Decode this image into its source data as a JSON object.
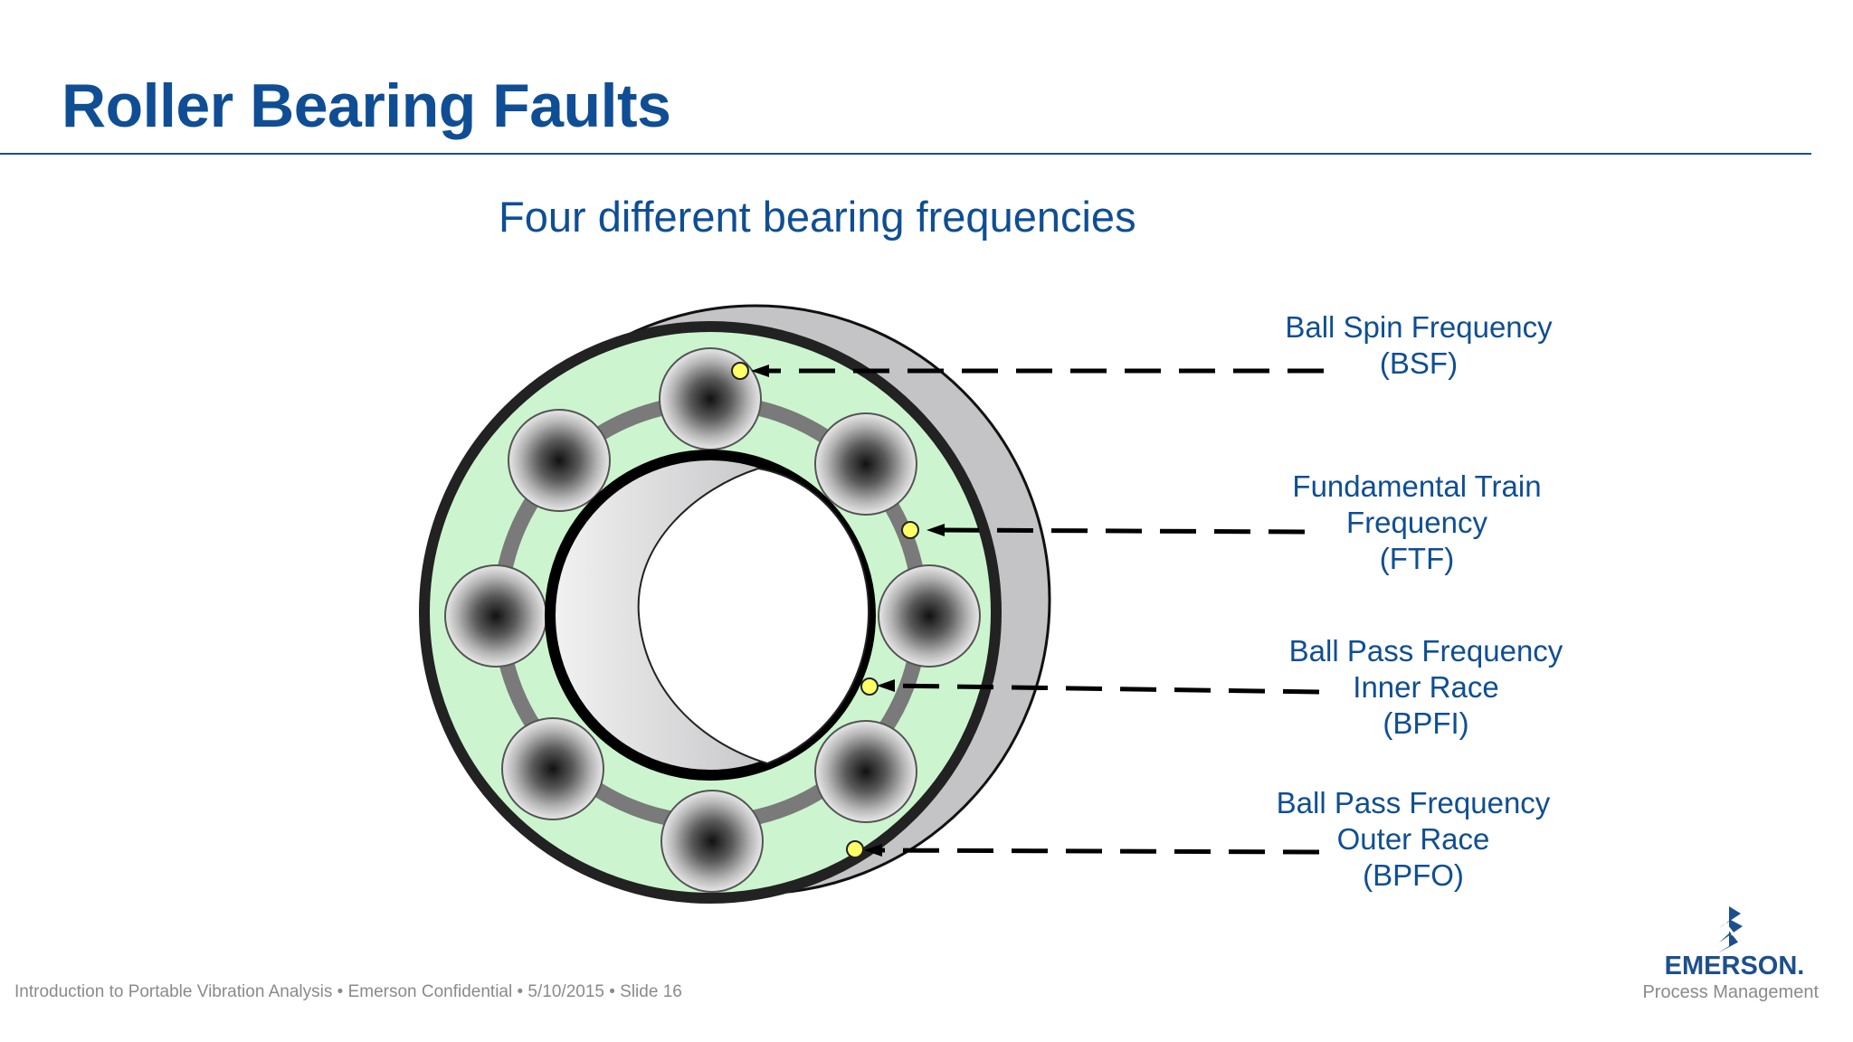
{
  "slide": {
    "title": "Roller Bearing Faults",
    "subtitle": "Four different bearing frequencies",
    "footer": "Introduction to Portable Vibration Analysis • Emerson Confidential • 5/10/2015 • Slide 16"
  },
  "labels": {
    "bsf": [
      "Ball Spin Frequency",
      "(BSF)"
    ],
    "ftf": [
      "Fundamental Train",
      "Frequency",
      "(FTF)"
    ],
    "bpfi": [
      "Ball Pass Frequency",
      "Inner Race",
      "(BPFI)"
    ],
    "bpfo": [
      "Ball Pass Frequency",
      "Outer Race",
      "(BPFO)"
    ]
  },
  "logo": {
    "name": "EMERSON.",
    "sub": "Process Management"
  },
  "colors": {
    "title_blue": "#0f4e94",
    "cage_green": "#ccf5cf",
    "housing_gray": "#c4c4c6",
    "marker_yellow": "#ffff66"
  }
}
